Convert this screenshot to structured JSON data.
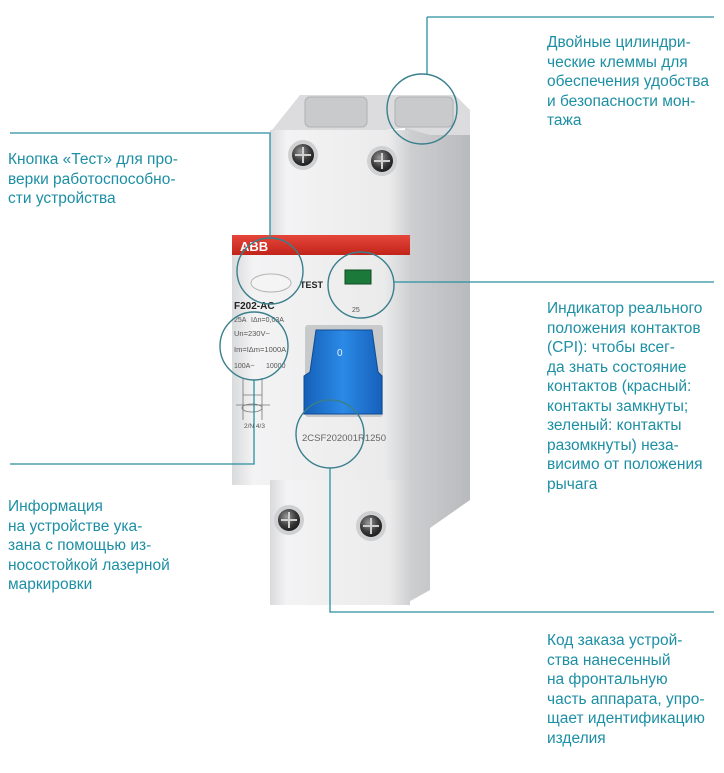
{
  "colors": {
    "callout_text": "#1d8fa4",
    "leader_line": "#2a8fa0",
    "abb_band": "#d82e22",
    "lever": "#1e7ad6",
    "indicator": "#1b7a3a",
    "housing": "#eeeeef"
  },
  "device": {
    "brand": "ABB",
    "test_label": "TEST",
    "model": "F202-AC",
    "rating_1": "25A",
    "rating_1b": "IΔn=0,03A",
    "rating_2": "Un=230V~",
    "rating_3": "Im=IΔm=1000A",
    "rating_4": "100A~",
    "rating_4b": "10000",
    "handle_symbol": "0",
    "order_code": "2CSF202001R1250",
    "terminal_marking": "2/N 4/3",
    "indicator_number": "25"
  },
  "callouts": {
    "terminals": "Двойные цилиндри-\nческие клеммы для\nобеспечения удобства\nи безопасности мон-\nтажа",
    "test_button": "Кнопка «Тест» для про-\nверки работоспособно-\nсти устройства",
    "indicator": "Индикатор реального\nположения контактов\n(CPI): чтобы всег-\nда знать состояние\nконтактов (красный:\nконтакты замкнуты;\nзеленый: контакты\nразомкнуты) неза-\nвисимо от положения\nрычага",
    "marking": "Информация\nна устройстве ука-\nзана с помощью из-\nносостойкой лазерной\nмаркировки",
    "order_code": "Код заказа устрой-\nства нанесенный\nна фронтальную\nчасть аппарата, упро-\nщает идентификацию\nизделия"
  }
}
